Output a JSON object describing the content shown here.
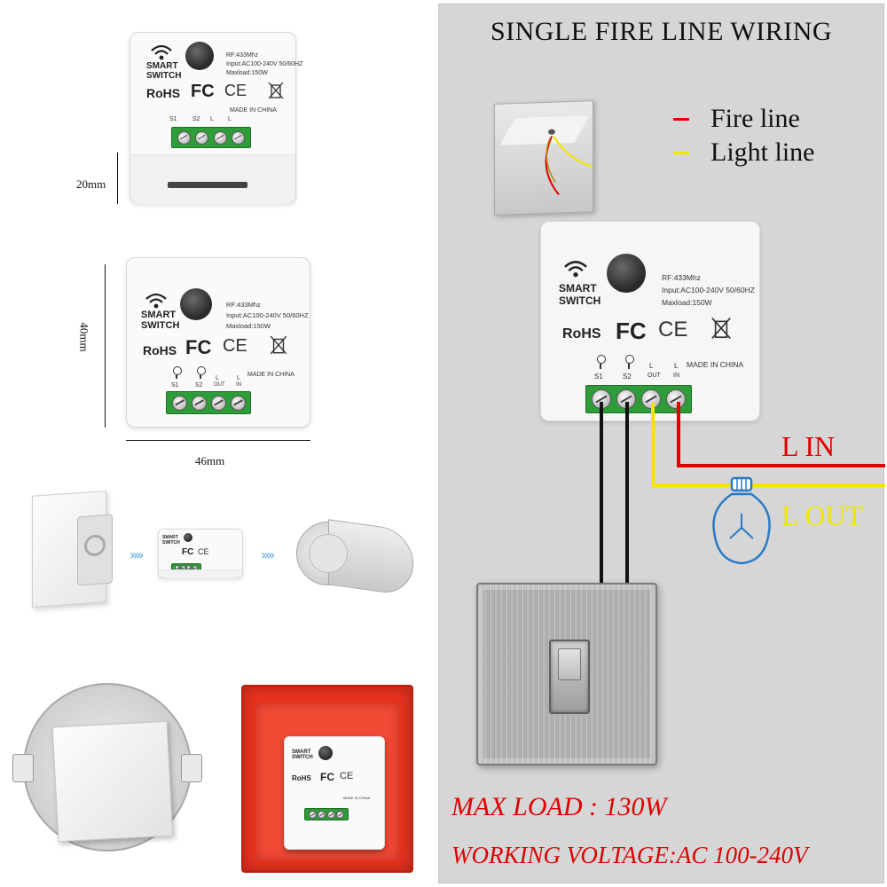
{
  "module": {
    "brand_line1": "SMART",
    "brand_line2": "SWITCH",
    "rf": "RF:433Mhz",
    "input": "Input:AC100-240V 50/60HZ",
    "maxload": "Maxload:150W",
    "rohs": "RoHS",
    "fc": "FC",
    "ce": "CE",
    "made_in": "MADE IN CHINA",
    "terminals": [
      "S1",
      "S2",
      "L",
      "L"
    ],
    "terminal_sub": [
      "",
      "",
      "OUT",
      "IN"
    ]
  },
  "dimensions": {
    "depth": "20mm",
    "height": "40mm",
    "width": "46mm"
  },
  "wiring": {
    "title": "SINGLE FIRE LINE WIRING",
    "legend": [
      {
        "label": "Fire line",
        "color": "#e00000"
      },
      {
        "label": "Light line",
        "color": "#f2e600"
      }
    ],
    "l_in": "L IN",
    "l_out": "L OUT"
  },
  "specs": {
    "max_load": "MAX LOAD : 130W",
    "working_voltage": "WORKING VOLTAGE:AC 100-240V"
  },
  "colors": {
    "fire": "#e00000",
    "light": "#f2e600",
    "bulb": "#2a7bc6",
    "terminal_green": "#2f9c3a",
    "junction_box_red": "#e8321e"
  }
}
